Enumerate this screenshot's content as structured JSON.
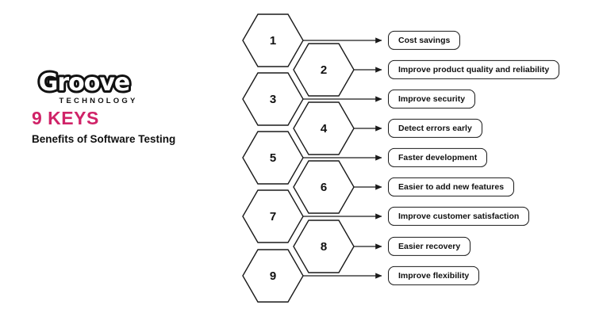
{
  "page": {
    "background": "#ffffff"
  },
  "brand": {
    "logo_text": "Groove",
    "logo_subtext": "TECHNOLOGY",
    "logo_color": "#111111"
  },
  "header": {
    "title": "9 KEYS",
    "title_color": "#d02368",
    "subtitle": "Benefits of Software Testing",
    "subtitle_color": "#111111"
  },
  "diagram": {
    "stroke_color": "#1a1a1a",
    "shape": "hexagon",
    "items": [
      {
        "number": "1",
        "label": "Cost savings"
      },
      {
        "number": "2",
        "label": "Improve product quality and reliability"
      },
      {
        "number": "3",
        "label": "Improve security"
      },
      {
        "number": "4",
        "label": "Detect errors early"
      },
      {
        "number": "5",
        "label": "Faster development"
      },
      {
        "number": "6",
        "label": "Easier to add new features"
      },
      {
        "number": "7",
        "label": "Improve customer satisfaction"
      },
      {
        "number": "8",
        "label": "Easier recovery"
      },
      {
        "number": "9",
        "label": "Improve flexibility"
      }
    ]
  }
}
